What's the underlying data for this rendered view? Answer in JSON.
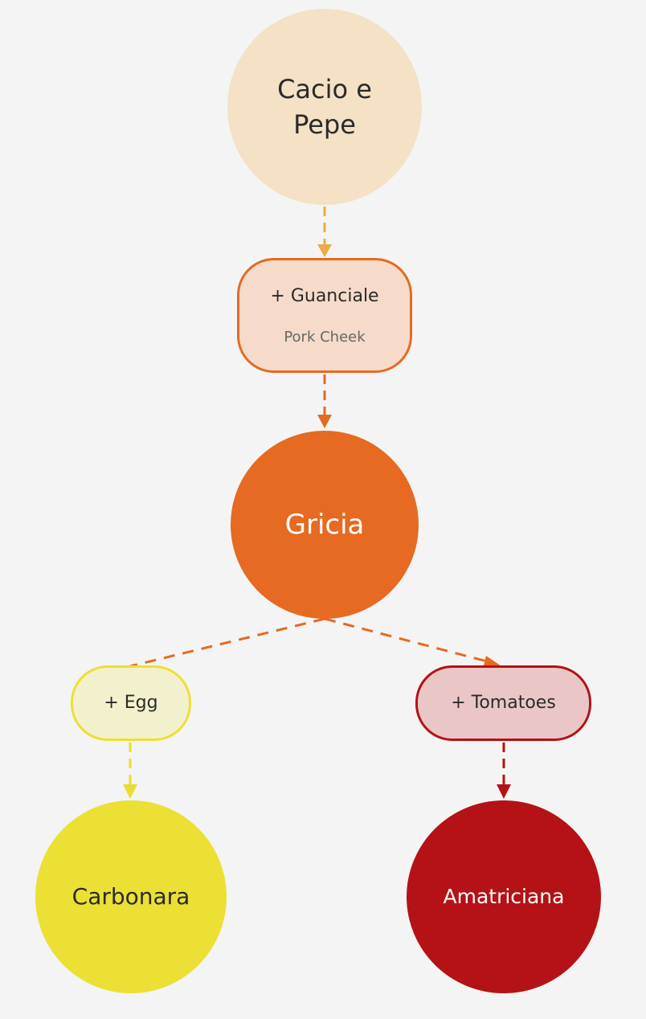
{
  "nodes": {
    "cacio": {
      "label": "Cacio e Pepe",
      "color": "#f4e1c6"
    },
    "guanciale": {
      "label": "+ Guanciale",
      "sublabel": "Pork Cheek",
      "fill": "#f6dbca",
      "border": "#e56a23"
    },
    "gricia": {
      "label": "Gricia",
      "color": "#e66a21"
    },
    "egg": {
      "label": "+ Egg",
      "fill": "#f3f1cd",
      "border": "#ebe033"
    },
    "tomatoes": {
      "label": "+ Tomatoes",
      "fill": "#eac7c6",
      "border": "#b41216"
    },
    "carbonara": {
      "label": "Carbonara",
      "color": "#ebe033"
    },
    "amatriciana": {
      "label": "Amatriciana",
      "color": "#b41216"
    }
  },
  "edges": [
    {
      "from": "Cacio e Pepe",
      "to": "+ Guanciale",
      "color": "#eeaa44",
      "style": "dashed"
    },
    {
      "from": "+ Guanciale",
      "to": "Gricia",
      "color": "#e56a23",
      "style": "dashed"
    },
    {
      "from": "Gricia",
      "to": "+ Egg",
      "color": "#e56a23",
      "style": "dashed"
    },
    {
      "from": "Gricia",
      "to": "+ Tomatoes",
      "color": "#e56a23",
      "style": "dashed"
    },
    {
      "from": "+ Egg",
      "to": "Carbonara",
      "color": "#e8de2e",
      "style": "dashed"
    },
    {
      "from": "+ Tomatoes",
      "to": "Amatriciana",
      "color": "#b41216",
      "style": "dashed"
    }
  ]
}
